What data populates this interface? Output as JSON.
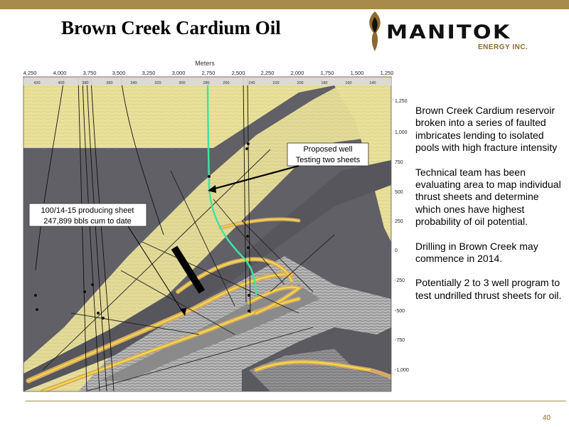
{
  "slide": {
    "title": "Brown Creek Cardium Oil",
    "page_number": "40"
  },
  "logo": {
    "name": "MANITOK",
    "subtitle": "ENERGY INC."
  },
  "figure": {
    "axis_title": "Meters",
    "top_ticks": [
      "4,250",
      "4,000",
      "3,750",
      "3,500",
      "3,250",
      "3,000",
      "2,750",
      "2,500",
      "2,250",
      "2,000",
      "1,750",
      "1,500",
      "1,250"
    ],
    "trace_ticks": [
      "420",
      "400",
      "380",
      "360",
      "340",
      "320",
      "300",
      "280",
      "260",
      "240",
      "220",
      "200",
      "180",
      "160",
      "140"
    ],
    "right_ticks": [
      "1,250",
      "1,000",
      "750",
      "500",
      "250",
      "0",
      "-250",
      "-500",
      "-750",
      "-1,000"
    ],
    "callout_proposed": {
      "line1": "Proposed well",
      "line2": "Testing two sheets"
    },
    "callout_producing": {
      "line1": "100/14-15 producing sheet",
      "line2": "247,899 bbls cum to date"
    },
    "colors": {
      "thrust_sheet": "#606066",
      "sandstone": "#ebe29a",
      "cardium_band_outer": "#d8a86a",
      "cardium_band_inner": "#f0e23a",
      "seismic_bg": "#a8a8a8",
      "proposed_well": "#3ce6a0"
    }
  },
  "bullets": [
    "Brown Creek Cardium reservoir broken into a series of faulted imbricates lending to isolated pools with high fracture intensity",
    "Technical team has been evaluating area to map individual thrust sheets and determine which ones have highest probability of oil potential.",
    "Drilling in Brown Creek may commence in 2014.",
    "Potentially 2 to 3 well program to test undrilled thrust sheets for oil."
  ]
}
